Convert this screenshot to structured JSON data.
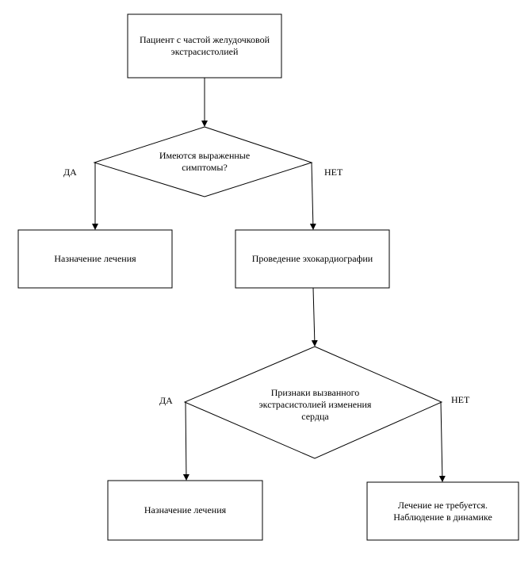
{
  "diagram": {
    "start": "Пациент  с частой желудочковой\nэкстрасистолией",
    "decision1": "Имеются выраженные\nсимптомы?",
    "d1_yes": "ДА",
    "d1_no": "НЕТ",
    "treat1": "Назначение  лечения",
    "echo": "Проведение эхокардиографии",
    "decision2": "Признаки вызванного\nэкстрасистолией  изменения\nсердца",
    "d2_yes": "ДА",
    "d2_no": "НЕТ",
    "treat2": "Назначение  лечения",
    "observe": "Лечение не требуется.\nНаблюдение в динамике"
  },
  "colors": {
    "stroke": "#000000",
    "background": "#ffffff"
  }
}
